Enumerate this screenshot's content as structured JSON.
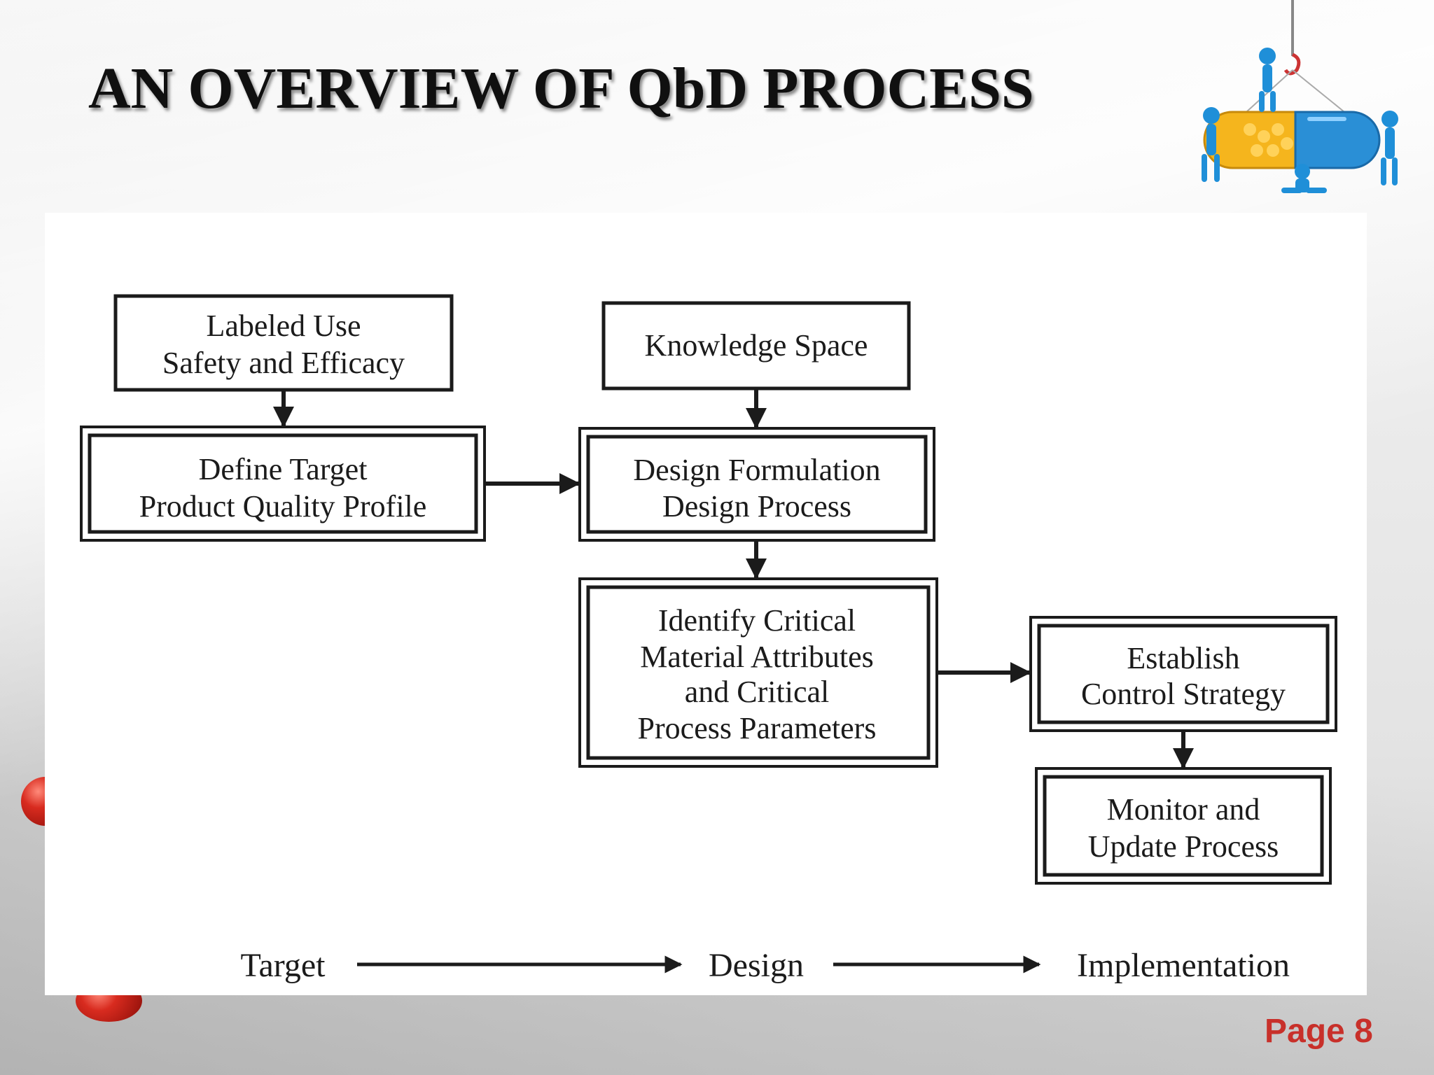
{
  "slide": {
    "title": "AN OVERVIEW OF QbD PROCESS",
    "page_label": "Page 8"
  },
  "diagram": {
    "nodes": {
      "labeled_use": {
        "lines": [
          "Labeled Use",
          "Safety and Efficacy"
        ]
      },
      "define_target": {
        "lines": [
          "Define Target",
          "Product Quality Profile"
        ]
      },
      "knowledge_space": {
        "lines": [
          "Knowledge Space"
        ]
      },
      "design_formulation": {
        "lines": [
          "Design Formulation",
          "Design Process"
        ]
      },
      "identify_critical": {
        "lines": [
          "Identify Critical",
          "Material Attributes",
          "and Critical",
          "Process Parameters"
        ]
      },
      "establish_control": {
        "lines": [
          "Establish",
          "Control Strategy"
        ]
      },
      "monitor_update": {
        "lines": [
          "Monitor and",
          "Update Process"
        ]
      }
    },
    "edges": [
      {
        "from": "labeled_use",
        "to": "define_target"
      },
      {
        "from": "knowledge_space",
        "to": "design_formulation"
      },
      {
        "from": "define_target",
        "to": "design_formulation"
      },
      {
        "from": "design_formulation",
        "to": "identify_critical"
      },
      {
        "from": "identify_critical",
        "to": "establish_control"
      },
      {
        "from": "establish_control",
        "to": "monitor_update"
      }
    ],
    "timeline": {
      "stages": [
        "Target",
        "Design",
        "Implementation"
      ]
    }
  },
  "colors": {
    "ink": "#1b1b1b",
    "page_label": "#c8302a",
    "capsule_left": "#f5b51d",
    "capsule_right": "#2a8fd6",
    "figure": "#1f8fd8"
  }
}
